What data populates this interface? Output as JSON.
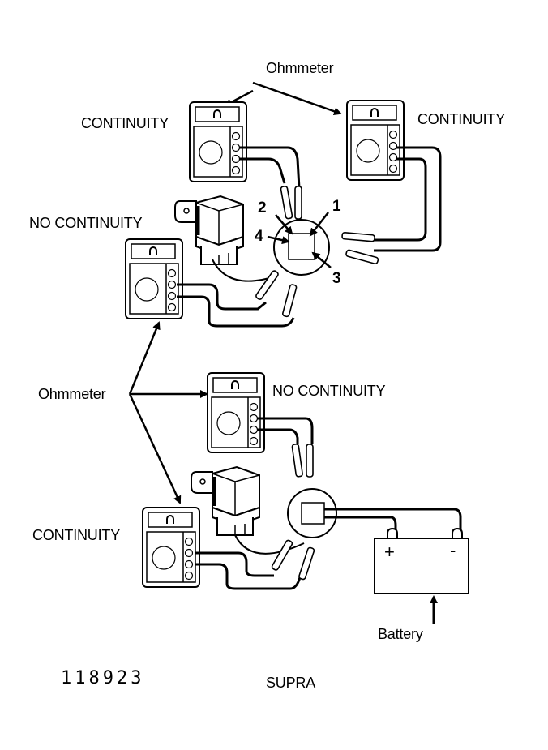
{
  "diagram": {
    "caption_code": "118923",
    "caption_model": "SUPRA",
    "top_section": {
      "ohmmeter_label": "Ohmmeter",
      "meter_left_status": "CONTINUITY",
      "meter_right_status": "CONTINUITY",
      "meter_bottom_status": "NO CONTINUITY",
      "terminal_labels": [
        "1",
        "2",
        "3",
        "4"
      ]
    },
    "bottom_section": {
      "ohmmeter_label": "Ohmmeter",
      "meter_top_status": "NO CONTINUITY",
      "meter_left_status": "CONTINUITY",
      "battery_label": "Battery",
      "battery_positive": "+",
      "battery_negative": "-"
    },
    "meter_display_symbol": "Ω"
  }
}
